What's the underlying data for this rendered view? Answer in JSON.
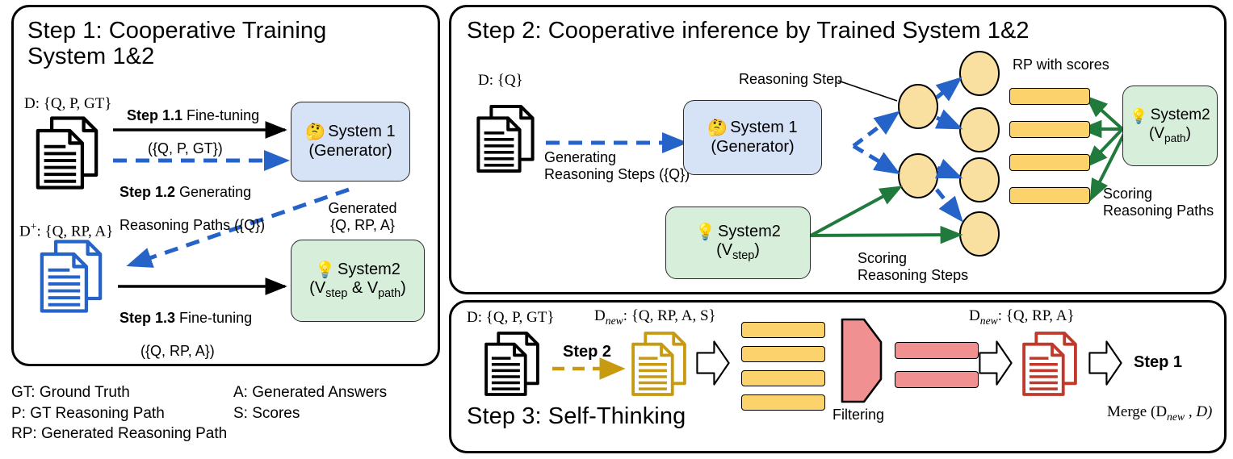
{
  "figure": {
    "panels": [
      {
        "id": "step1",
        "title": "Step 1: Cooperative Training\nSystem 1&2"
      },
      {
        "id": "step2",
        "title": "Step 2: Cooperative inference by Trained System 1&2"
      },
      {
        "id": "step3",
        "title": "Step 3: Self-Thinking"
      }
    ]
  },
  "step1": {
    "dataset_top_label": "D: {Q, P, GT}",
    "dataset_bottom_label": "D⁺: {Q, RP, A}",
    "edge_step11": "Step 1.1 Fine-tuning\n({Q, P, GT})",
    "edge_step11_bold": "Step 1.1",
    "edge_step11_rest": " Fine-tuning",
    "edge_step11_line2": "({Q, P, GT})",
    "edge_step12_bold": "Step 1.2",
    "edge_step12_rest": " Generating",
    "edge_step12_line2": "Reasoning Paths ({Q})",
    "edge_generated": "Generated\n{Q, RP, A}",
    "edge_step13_bold": "Step 1.3",
    "edge_step13_rest": " Fine-tuning",
    "edge_step13_line2": "({Q, RP, A})",
    "system1_name": "System 1",
    "system1_sub": "(Generator)",
    "system1_icon": "thinking-face-emoji",
    "system1_glyph": "🤔",
    "system2_name": "System2",
    "system2_sub_prefix": "(V",
    "system2_sub_step": "step",
    "system2_sub_amp": " & V",
    "system2_sub_path": "path",
    "system2_sub_suffix": ")",
    "system2_icon": "light-bulb-emoji",
    "system2_glyph": "💡"
  },
  "step2": {
    "dataset_label": "D: {Q}",
    "edge_generating": "Generating\nReasoning Steps ({Q})",
    "reasoning_step_label": "Reasoning Step",
    "rp_with_scores_label": "RP with scores",
    "scoring_steps_label": "Scoring\nReasoning Steps",
    "scoring_paths_label": "Scoring\nReasoning Paths",
    "system1_name": "System 1",
    "system1_sub": "(Generator)",
    "system1_glyph": "🤔",
    "system2_step_name": "System2",
    "system2_step_sub_prefix": "(V",
    "system2_step_sub": "step",
    "system2_step_sub_suffix": ")",
    "system2_path_name": "System2",
    "system2_path_sub_prefix": "(V",
    "system2_path_sub": "path",
    "system2_path_sub_suffix": ")",
    "system2_glyph": "💡",
    "node_count": 6,
    "rp_bar_count": 4
  },
  "step3": {
    "dataset_label": "D: {Q, P, GT}",
    "dnew_scores_prefix": "D",
    "dnew_scores_sub": "new",
    "dnew_scores_rest": ": {Q, RP, A, S}",
    "dnew_final_prefix": "D",
    "dnew_final_sub": "new",
    "dnew_final_rest": ": {Q, RP, A}",
    "step2_arrow_label": "Step 2",
    "filtering_label": "Filtering",
    "step1_label": "Step 1",
    "merge_prefix": "Merge (D",
    "merge_sub": "new",
    "merge_rest": " , D)",
    "yellow_bar_count": 4,
    "red_bar_count": 2
  },
  "legend": {
    "left": "GT: Ground Truth\nP: GT Reasoning Path\nRP: Generated Reasoning Path",
    "right": "A: Generated Answers\nS: Scores"
  },
  "colors": {
    "system1_fill": "#D6E3F7",
    "system2_fill": "#D6EEDA",
    "node_fill": "#FAE0A0",
    "bar_yellow": "#FBD26B",
    "bar_red": "#F09090",
    "arrow_blue": "#2563C8",
    "arrow_green": "#1F7A3C",
    "doc_blue": "#2563C8",
    "doc_gold": "#C79A10",
    "doc_red": "#C0392B",
    "doc_black": "#000000"
  }
}
